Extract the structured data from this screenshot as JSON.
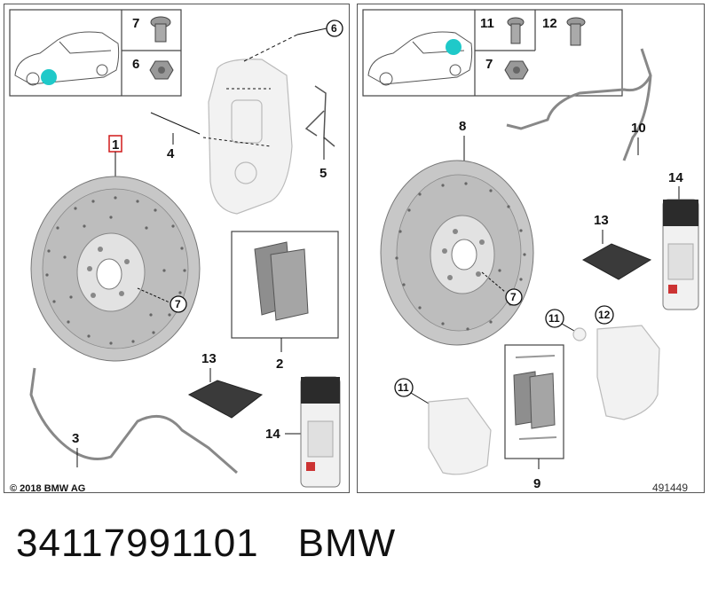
{
  "left_panel": {
    "callouts": {
      "n1": "1",
      "n2": "2",
      "n3": "3",
      "n4": "4",
      "n5": "5",
      "n6": "6",
      "n7a": "7",
      "n7b": "7",
      "n6b": "6",
      "n13": "13",
      "n14": "14"
    },
    "copyright": "© 2018 BMW AG"
  },
  "right_panel": {
    "callouts": {
      "n7": "7",
      "n7b": "7",
      "n8": "8",
      "n9": "9",
      "n10": "10",
      "n11a": "11",
      "n11b": "11",
      "n11c": "11",
      "n12a": "12",
      "n12b": "12",
      "n13": "13",
      "n14": "14"
    },
    "drawing_number": "491449"
  },
  "footer": {
    "part_number": "34117991101",
    "brand": "BMW"
  },
  "colors": {
    "highlight_dot": "#1fc9c9",
    "part1_marker": "#d11a1a"
  }
}
